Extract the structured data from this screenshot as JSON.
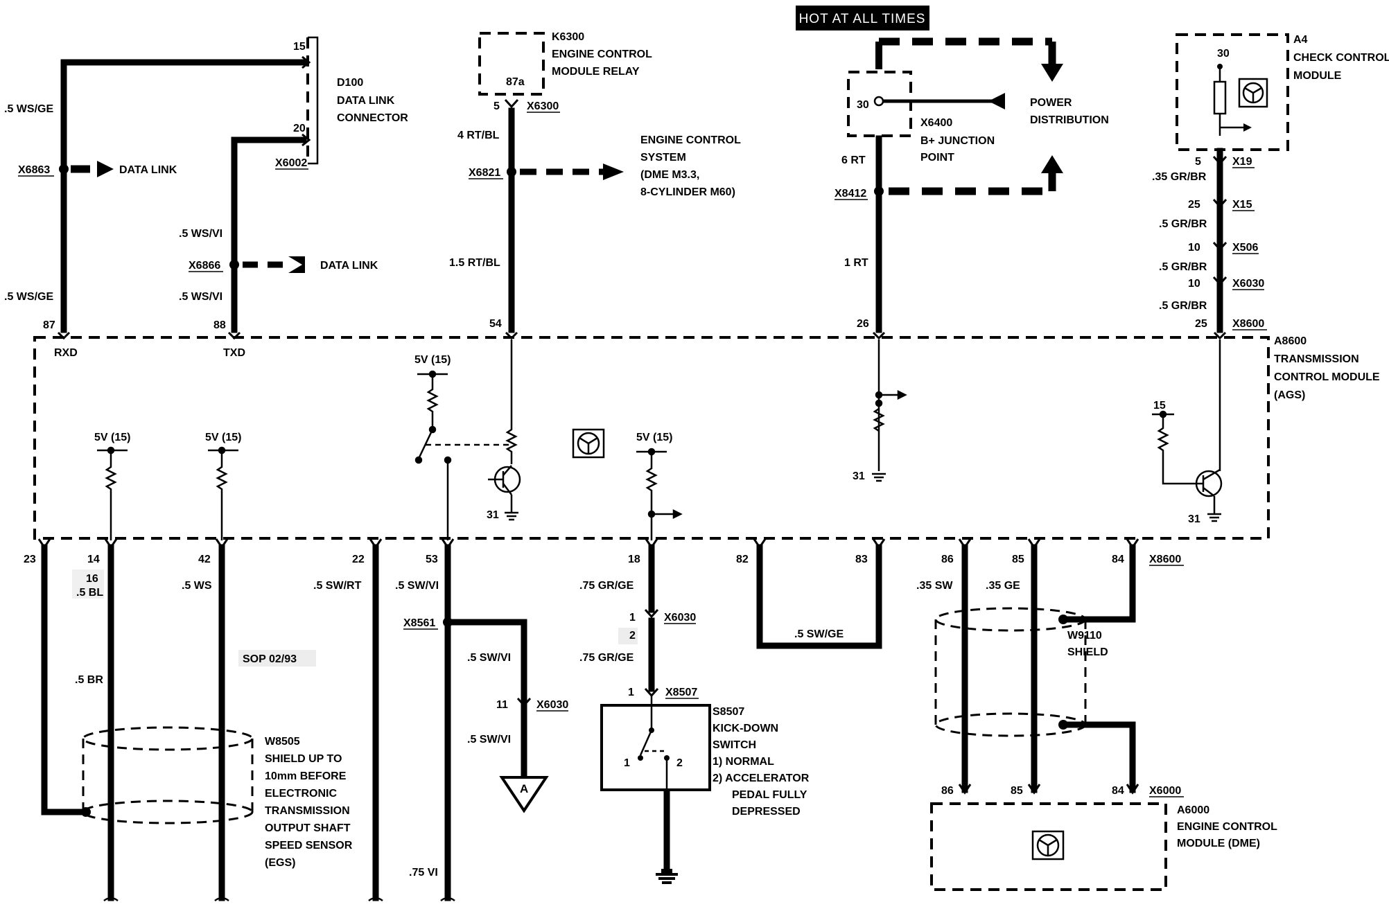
{
  "banner": "HOT AT ALL TIMES",
  "components": {
    "d100": {
      "id": "D100",
      "lines": [
        "DATA LINK",
        "CONNECTOR"
      ],
      "pin_15": "15",
      "pin_20": "20",
      "connector": "X6002"
    },
    "k6300": {
      "id": "K6300",
      "lines": [
        "ENGINE CONTROL",
        "MODULE RELAY"
      ],
      "pin": "87a"
    },
    "x6400": {
      "id": "X6400",
      "lines": [
        "B+ JUNCTION",
        "POINT"
      ],
      "pin": "30"
    },
    "a4": {
      "id": "A4",
      "lines": [
        "CHECK CONTROL",
        "MODULE"
      ],
      "pin": "30"
    },
    "a8600": {
      "id": "A8600",
      "lines": [
        "TRANSMISSION",
        "CONTROL MODULE",
        "(AGS)"
      ]
    },
    "a6000": {
      "id": "A6000",
      "lines": [
        "ENGINE CONTROL",
        "MODULE (DME)"
      ]
    },
    "s8507": {
      "id": "S8507",
      "lines": [
        "KICK-DOWN",
        "SWITCH"
      ],
      "notes": [
        "1)  NORMAL",
        "2)  ACCELERATOR",
        "     PEDAL FULLY",
        "     DEPRESSED"
      ],
      "pin1": "1",
      "pin2": "2"
    },
    "w8505": {
      "id": "W8505",
      "lines": [
        "SHIELD UP TO",
        "10mm BEFORE",
        "ELECTRONIC",
        "TRANSMISSION",
        "OUTPUT SHAFT",
        "SPEED SENSOR",
        "(EGS)"
      ]
    },
    "w9110": {
      "id": "W9110",
      "lines": [
        "SHIELD"
      ]
    }
  },
  "references": {
    "data_link_out": "DATA LINK",
    "data_link_in": "DATA LINK",
    "engine_control_system": [
      "ENGINE CONTROL",
      "SYSTEM",
      "(DME M3.3,",
      "8-CYLINDER M60)"
    ],
    "power_distribution": [
      "POWER",
      "DISTRIBUTION"
    ],
    "ground_ref_a": "A",
    "sop_note": "SOP 02/93"
  },
  "connectors": {
    "x6863": "X6863",
    "x6866": "X6866",
    "x6300": "X6300",
    "x6821": "X6821",
    "x8412": "X8412",
    "x19": "X19",
    "x15": "X15",
    "x506": "X506",
    "x6030": "X6030",
    "x8600": "X8600",
    "x8561": "X8561",
    "x8507": "X8507",
    "x6000": "X6000"
  },
  "wires": {
    "ws_ge_top": ".5 WS/GE",
    "ws_ge_bot": ".5 WS/GE",
    "ws_vi_top": ".5 WS/VI",
    "ws_vi_bot": ".5 WS/VI",
    "rt_bl_4": "4 RT/BL",
    "rt_bl_15": "1.5 RT/BL",
    "rt_6": "6 RT",
    "rt_1": "1 RT",
    "gr_br_35": ".35 GR/BR",
    "gr_br_5a": ".5 GR/BR",
    "gr_br_5b": ".5 GR/BR",
    "gr_br_5c": ".5 GR/BR",
    "bl_5": ".5 BL",
    "ws_5": ".5 WS",
    "sw_rt": ".5 SW/RT",
    "sw_vi_53": ".5 SW/VI",
    "gr_ge_75a": ".75 GR/GE",
    "gr_ge_75b": ".75 GR/GE",
    "sw_ge": ".5 SW/GE",
    "sw_35": ".35 SW",
    "ge_35": ".35 GE",
    "br_5": ".5 BR",
    "sw_vi_a": ".5 SW/VI",
    "sw_vi_b": ".5 SW/VI",
    "vi_75": ".75 VI"
  },
  "pins": {
    "p87": "87",
    "p88": "88",
    "p54": "54",
    "p26": "26",
    "p25_a8600": "25",
    "rxd": "RXD",
    "txd": "TXD",
    "p5_k": "5",
    "p5_a4": "5",
    "p25_x15": "25",
    "p10_x506": "10",
    "p10_x6030": "10",
    "p23": "23",
    "p14": "14",
    "p16": "16",
    "p42": "42",
    "p22": "22",
    "p53": "53",
    "p18": "18",
    "p82": "82",
    "p83": "83",
    "p86": "86",
    "p85": "85",
    "p84": "84",
    "p86b": "86",
    "p85b": "85",
    "p84b": "84",
    "p1_x6030": "1",
    "p2_x6030": "2",
    "p1_x8507": "1",
    "p11_x6030": "11",
    "p31_a": "31",
    "p31_b": "31",
    "p31_c": "31",
    "p15": "15",
    "v5_a": "5V (15)",
    "v5_b": "5V (15)",
    "v5_c": "5V (15)",
    "v5_d": "5V (15)"
  }
}
